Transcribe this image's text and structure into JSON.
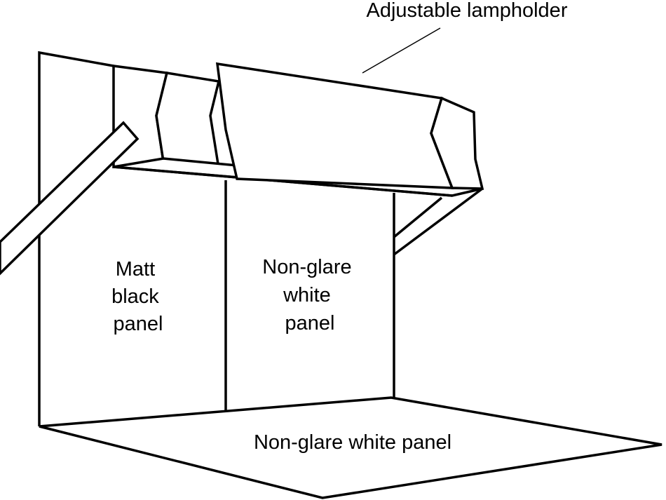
{
  "labels": {
    "lampholder": "Adjustable lampholder",
    "black_panel": [
      "Matt",
      "black",
      "panel"
    ],
    "white_back_panel": [
      "Non-glare",
      "white",
      "panel"
    ],
    "white_floor_panel": "Non-glare white panel"
  },
  "colors": {
    "line": "#000000",
    "background": "#ffffff"
  }
}
